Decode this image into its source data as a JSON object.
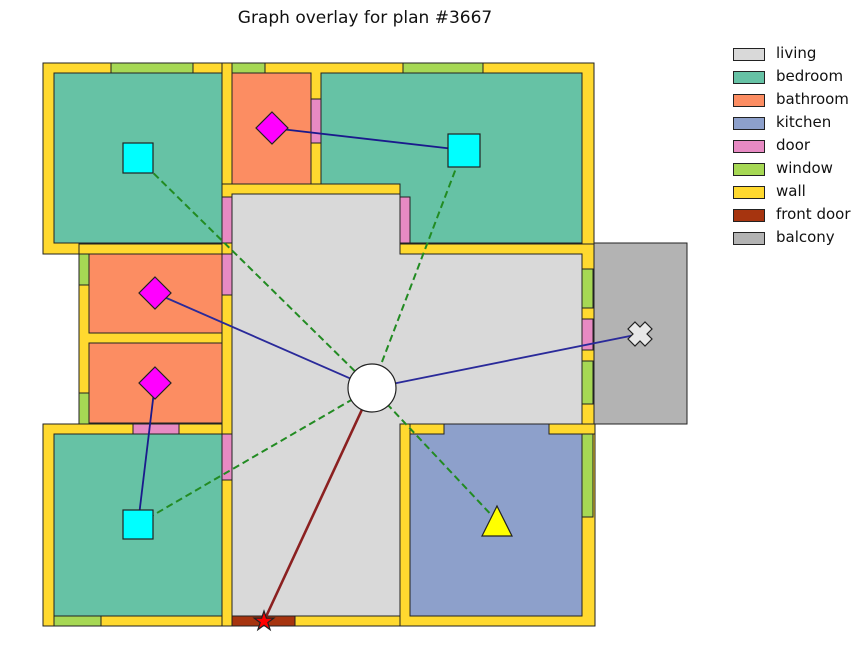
{
  "title": "Graph overlay for plan #3667",
  "colors": {
    "living": "#d9d9d9",
    "bedroom": "#66c2a5",
    "bathroom": "#fc8d62",
    "kitchen": "#8da0cb",
    "door": "#e78ac3",
    "window": "#a6d854",
    "wall": "#ffd92f",
    "front_door": "#a6340f",
    "balcony": "#b3b3b3",
    "edge_door": "#1a1a8c",
    "edge_adjacent": "#228b22",
    "edge_front": "#8b2020",
    "node_bedroom": "#00ffff",
    "node_bathroom": "#ff00ff",
    "node_kitchen": "#ffff00",
    "node_living": "#ffffff",
    "node_front": "#ff0000"
  },
  "legend": [
    {
      "label": "living",
      "color": "#d9d9d9"
    },
    {
      "label": "bedroom",
      "color": "#66c2a5"
    },
    {
      "label": "bathroom",
      "color": "#fc8d62"
    },
    {
      "label": "kitchen",
      "color": "#8da0cb"
    },
    {
      "label": "door",
      "color": "#e78ac3"
    },
    {
      "label": "window",
      "color": "#a6d854"
    },
    {
      "label": "wall",
      "color": "#ffd92f"
    },
    {
      "label": "front door",
      "color": "#a6340f"
    },
    {
      "label": "balcony",
      "color": "#b3b3b3"
    }
  ]
}
